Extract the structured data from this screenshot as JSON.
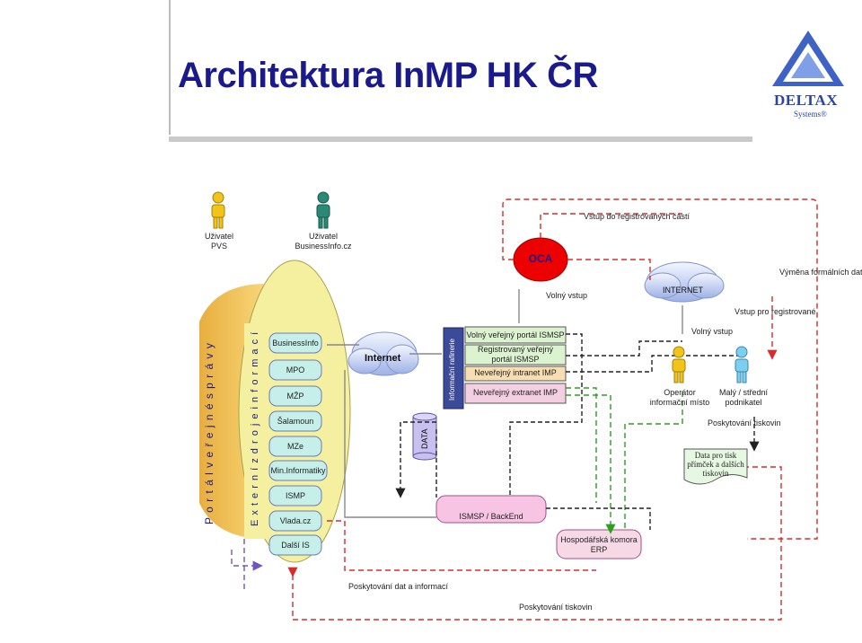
{
  "title": "Architektura InMP HK ČR",
  "logo": {
    "name": "DELTAX",
    "sub": "Systems®"
  },
  "colors": {
    "title": "#1a1a8c",
    "portal_band": "#f2c55b",
    "sources_band": "#f4f0a0",
    "node_fill": "#c6efea",
    "internal_fill": "#dcf3cf",
    "backend_fill": "#f7c5e3",
    "erp_fill": "#f7d9e6",
    "oca_fill": "#ec0000",
    "data_fill": "#c8c0ee",
    "refinery_fill": "#3c4a9a",
    "red_dash": "#d92b2b",
    "green_dash": "#2aa01c",
    "dark_dash": "#222222",
    "purple_dash": "#7055c0"
  },
  "users": {
    "pvs": {
      "label1": "Uživatel",
      "label2": "PVS"
    },
    "businessinfo": {
      "label1": "Uživatel",
      "label2": "BusinessInfo.cz"
    },
    "operator": {
      "label1": "Operátor",
      "label2": "informační místo"
    },
    "small_business": {
      "label1": "Malý / střední",
      "label2": "podnikatel"
    }
  },
  "bands": {
    "portal": "P o r t á l   v e ř e j n é   s p r á v y",
    "sources": "E x t e r n í   z d r o j e   i n f o r m a c í"
  },
  "sources": [
    "BusinessInfo",
    "MPO",
    "MŽP",
    "Šalamoun",
    "MZe",
    "Min.Informatiky",
    "ISMP",
    "Vlada.cz",
    "Další IS"
  ],
  "internet_left": "Internet",
  "internet_right": "INTERNET",
  "oca": "OCA",
  "data_cyl": "DATA",
  "refinery": "Informační rafinerie",
  "portals": [
    "Volný veřejný portál ISMSP",
    "Registrovaný veřejný portál ISMSP",
    "Neveřejný intranet IMP",
    "Neveřejný extranet IMP"
  ],
  "backend": "ISMSP / BackEnd",
  "erp": {
    "line1": "Hospodářská komora",
    "line2": "ERP"
  },
  "document": "Data pro tisk přímček a dalších tiskovin",
  "labels": {
    "vstup_registrovanych": "Vstup do registrovaných částí",
    "vymena": "Výměna formálních dat",
    "vstup_pro_registrovane": "Vstup pro registrované",
    "volny_vstup_left": "Volný vstup",
    "volny_vstup_right": "Volný vstup",
    "poskytovani_tiskovin_right": "Poskytování tiskovin",
    "poskytovani_dat": "Poskytování dat a informací",
    "poskytovani_tiskovin_bottom": "Poskytování tiskovin"
  }
}
